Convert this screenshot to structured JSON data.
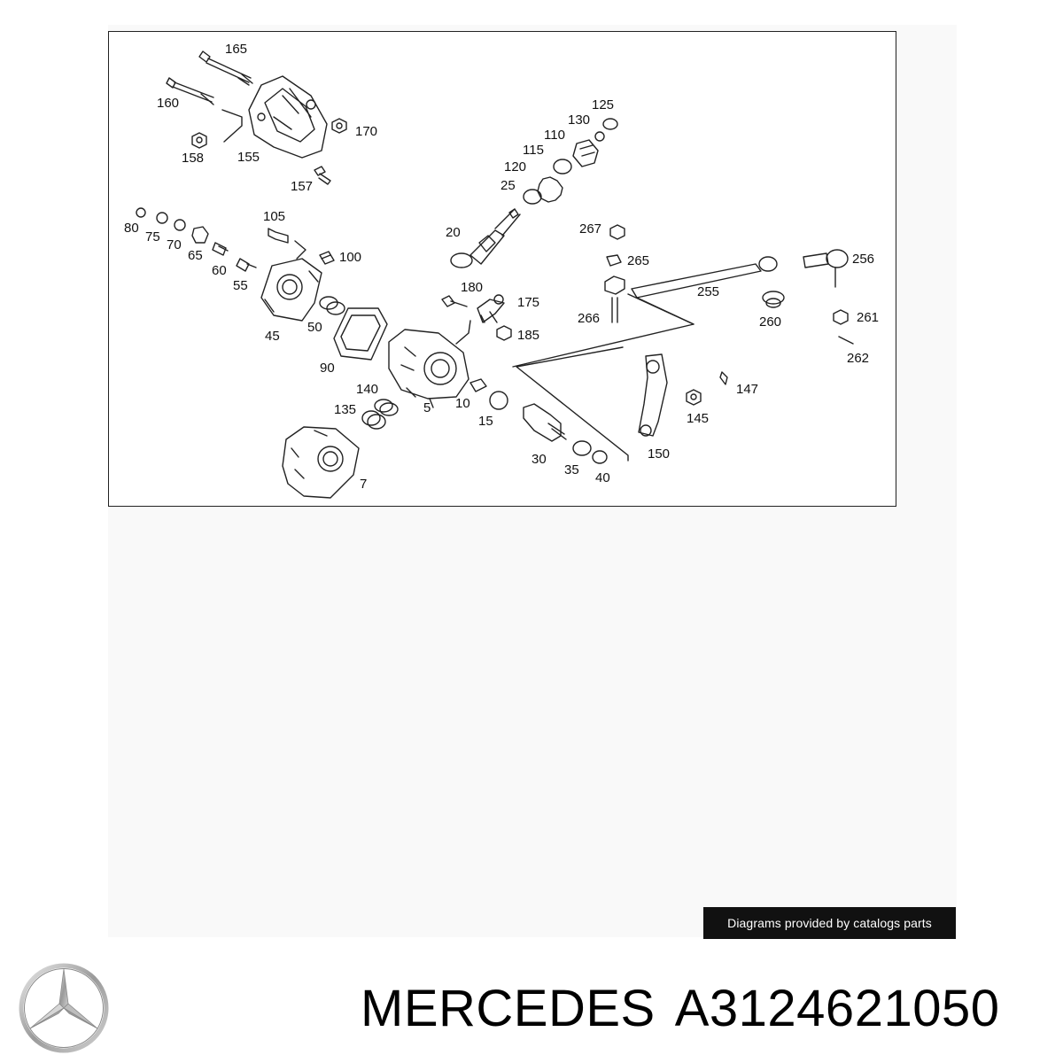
{
  "diagram": {
    "part_labels": [
      "165",
      "160",
      "170",
      "158",
      "155",
      "157",
      "125",
      "130",
      "110",
      "115",
      "120",
      "25",
      "20",
      "80",
      "75",
      "70",
      "65",
      "60",
      "55",
      "105",
      "100",
      "45",
      "50",
      "90",
      "180",
      "175",
      "185",
      "267",
      "265",
      "256",
      "255",
      "266",
      "260",
      "261",
      "262",
      "140",
      "135",
      "5",
      "10",
      "15",
      "147",
      "145",
      "30",
      "35",
      "40",
      "150",
      "7"
    ]
  },
  "credit": {
    "text": "Diagrams provided by catalogs parts"
  },
  "brand": {
    "logo": "mercedes-star-icon",
    "name": "MERCEDES",
    "part_number": "A3124621050"
  }
}
